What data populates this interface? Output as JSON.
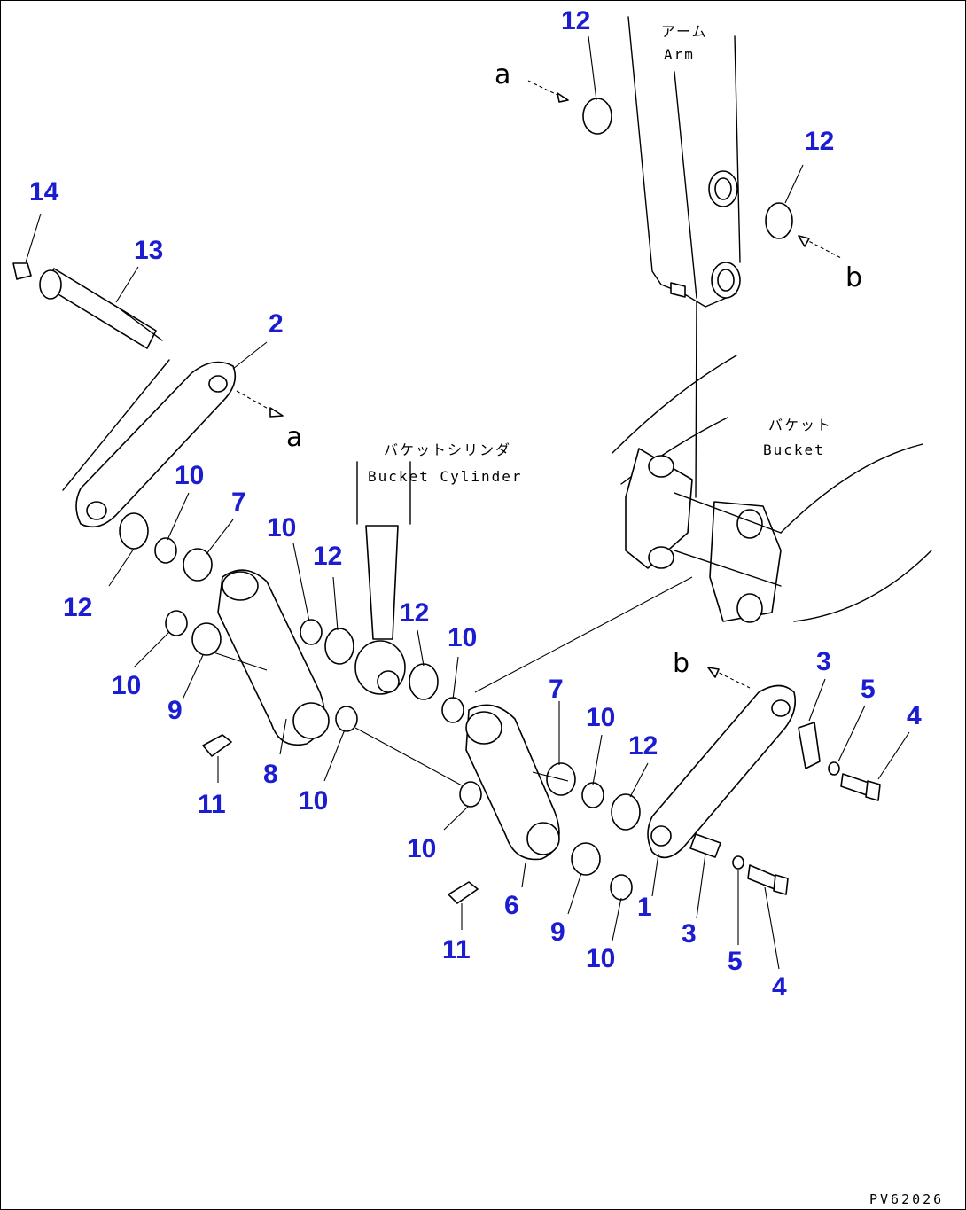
{
  "diagram_code": "PV62026",
  "labels": {
    "arm_jp": "アーム",
    "arm_en": "Arm",
    "bucket_jp": "バケット",
    "bucket_en": "Bucket",
    "cylinder_jp": "バケットシリンダ",
    "cylinder_en": "Bucket Cylinder"
  },
  "references": {
    "a": "a",
    "b": "b"
  },
  "callouts": {
    "c12_top": "12",
    "c12_arm": "12",
    "c14": "14",
    "c13": "13",
    "c2": "2",
    "c10_a": "10",
    "c7_a": "7",
    "c10_b": "10",
    "c12_b": "12",
    "c12_c": "12",
    "c12_d": "12",
    "c10_c": "10",
    "c10_d": "10",
    "c9_a": "9",
    "c8": "8",
    "c11_a": "11",
    "c10_e": "10",
    "c7_b": "7",
    "c10_f": "10",
    "c12_e": "12",
    "c10_g": "10",
    "c3_a": "3",
    "c5_a": "5",
    "c4_a": "4",
    "c1": "1",
    "c6": "6",
    "c9_b": "9",
    "c10_h": "10",
    "c3_b": "3",
    "c5_b": "5",
    "c4_b": "4",
    "c11_b": "11"
  }
}
